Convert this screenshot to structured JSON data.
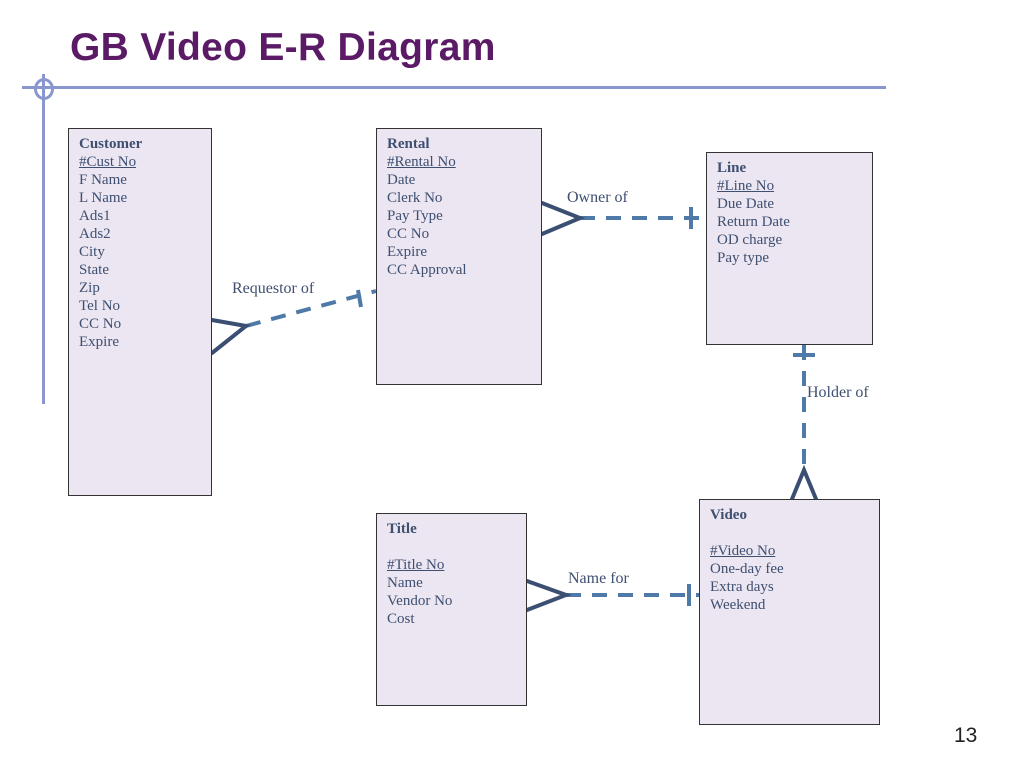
{
  "slide": {
    "title": "GB Video E-R Diagram",
    "page_number": "13"
  },
  "colors": {
    "title": "#5a1a66",
    "accent_rule": "#8a97cf",
    "entity_fill": "#ece6f2",
    "text": "#3e4f70",
    "relationship_line": "#4f7aa8"
  },
  "entities": {
    "customer": {
      "name": "Customer",
      "key": "#Cust No",
      "attributes": [
        "F Name",
        "L Name",
        "Ads1",
        "Ads2",
        "City",
        "State",
        "Zip",
        "Tel No",
        "CC No",
        "Expire"
      ]
    },
    "rental": {
      "name": "Rental",
      "key": "#Rental No",
      "attributes": [
        "Date",
        "Clerk No",
        "Pay Type",
        "CC No",
        "Expire",
        "CC Approval"
      ]
    },
    "line": {
      "name": "Line",
      "key": "#Line No",
      "attributes": [
        "Due Date",
        "Return Date",
        "OD charge",
        "Pay type"
      ]
    },
    "title": {
      "name": "Title",
      "key": "#Title No",
      "attributes": [
        "Name",
        "Vendor No",
        "Cost"
      ]
    },
    "video": {
      "name": "Video",
      "key": "#Video No",
      "attributes": [
        "One-day fee",
        "Extra days",
        "Weekend"
      ]
    }
  },
  "relationships": {
    "requestor_of": "Requestor of",
    "owner_of": "Owner of",
    "holder_of": "Holder of",
    "name_for": "Name for"
  }
}
